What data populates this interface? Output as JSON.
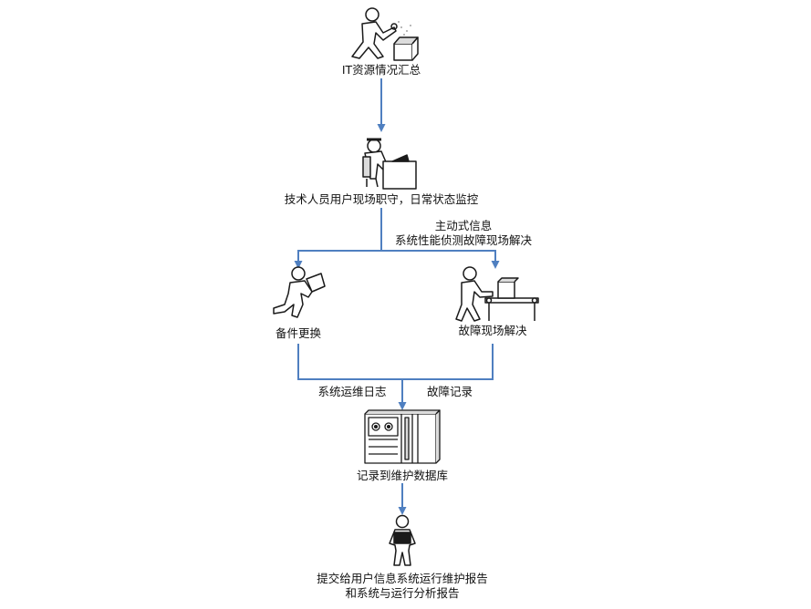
{
  "colors": {
    "arrow": "#4f7fc0",
    "figure_fill": "#ffffff",
    "figure_stroke": "#1a1a1a",
    "accent_fill": "#dcdcdc"
  },
  "steps": {
    "summary": "IT资源情况汇总",
    "monitoring": "技术人员用户现场职守，日常状态监控",
    "spare_parts": "备件更换",
    "onsite_fix": "故障现场解决",
    "record_db": "记录到维护数据库"
  },
  "edge_labels": {
    "active_info_1": "主动式信息",
    "active_info_2": "系统性能侦测故障现场解决",
    "ops_log": "系统运维日志",
    "fault_record": "故障记录"
  },
  "final": {
    "line1": "提交给用户信息系统运行维护报告",
    "line2": "和系统与运行分析报告"
  },
  "icons": [
    "inspector-icon",
    "operator-at-desk-icon",
    "porter-carrying-box-icon",
    "worker-at-bench-icon",
    "server-cabinet-icon",
    "presenter-icon"
  ]
}
